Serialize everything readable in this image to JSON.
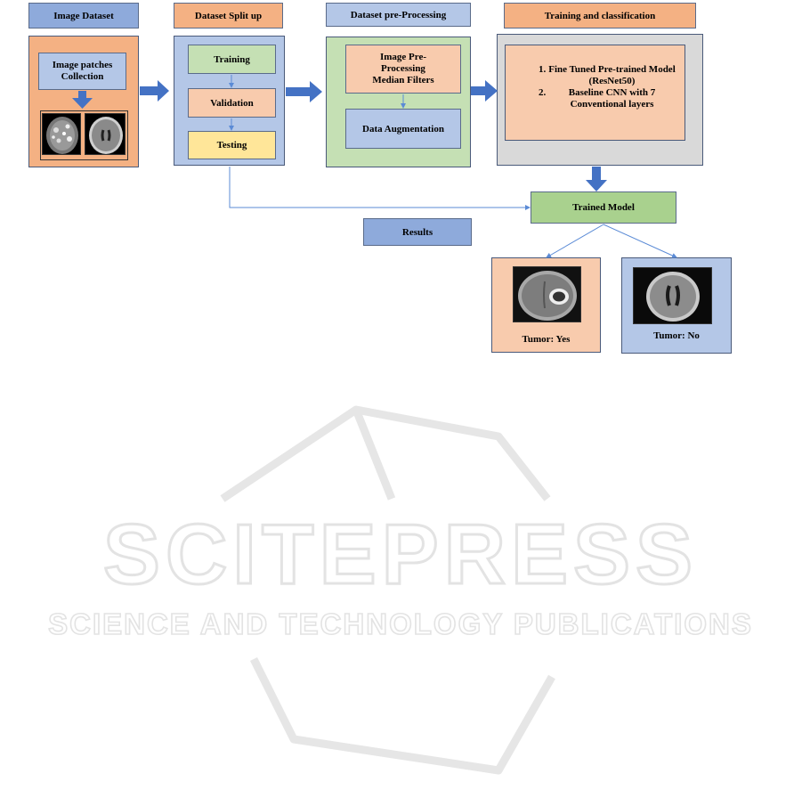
{
  "headers": {
    "image_dataset": "Image Dataset",
    "split": "Dataset Split up",
    "preprocessing": "Dataset pre-Processing",
    "training_classification": "Training and classification"
  },
  "stage1": {
    "collection": "Image patches\nCollection"
  },
  "stage2": {
    "training": "Training",
    "validation": "Validation",
    "testing": "Testing"
  },
  "stage3": {
    "preprocess": "Image Pre-\nProcessing\nMedian Filters",
    "augmentation": "Data Augmentation"
  },
  "stage4": {
    "items": [
      "Fine Tuned Pre-trained Model (ResNet50)",
      "Baseline CNN with 7 Conventional layers"
    ]
  },
  "trained_model": "Trained Model",
  "results": "Results",
  "outcomes": {
    "yes": "Tumor: Yes",
    "no": "Tumor: No"
  },
  "watermark": {
    "title": "SCITEPRESS",
    "subtitle": "SCIENCE AND TECHNOLOGY PUBLICATIONS"
  },
  "colors": {
    "blue_arrow": "#4472c4",
    "line": "#5b8bd6",
    "orange": "#f4b183",
    "blue": "#b4c7e7",
    "green": "#c5e0b4",
    "grey": "#d9d9d9"
  }
}
